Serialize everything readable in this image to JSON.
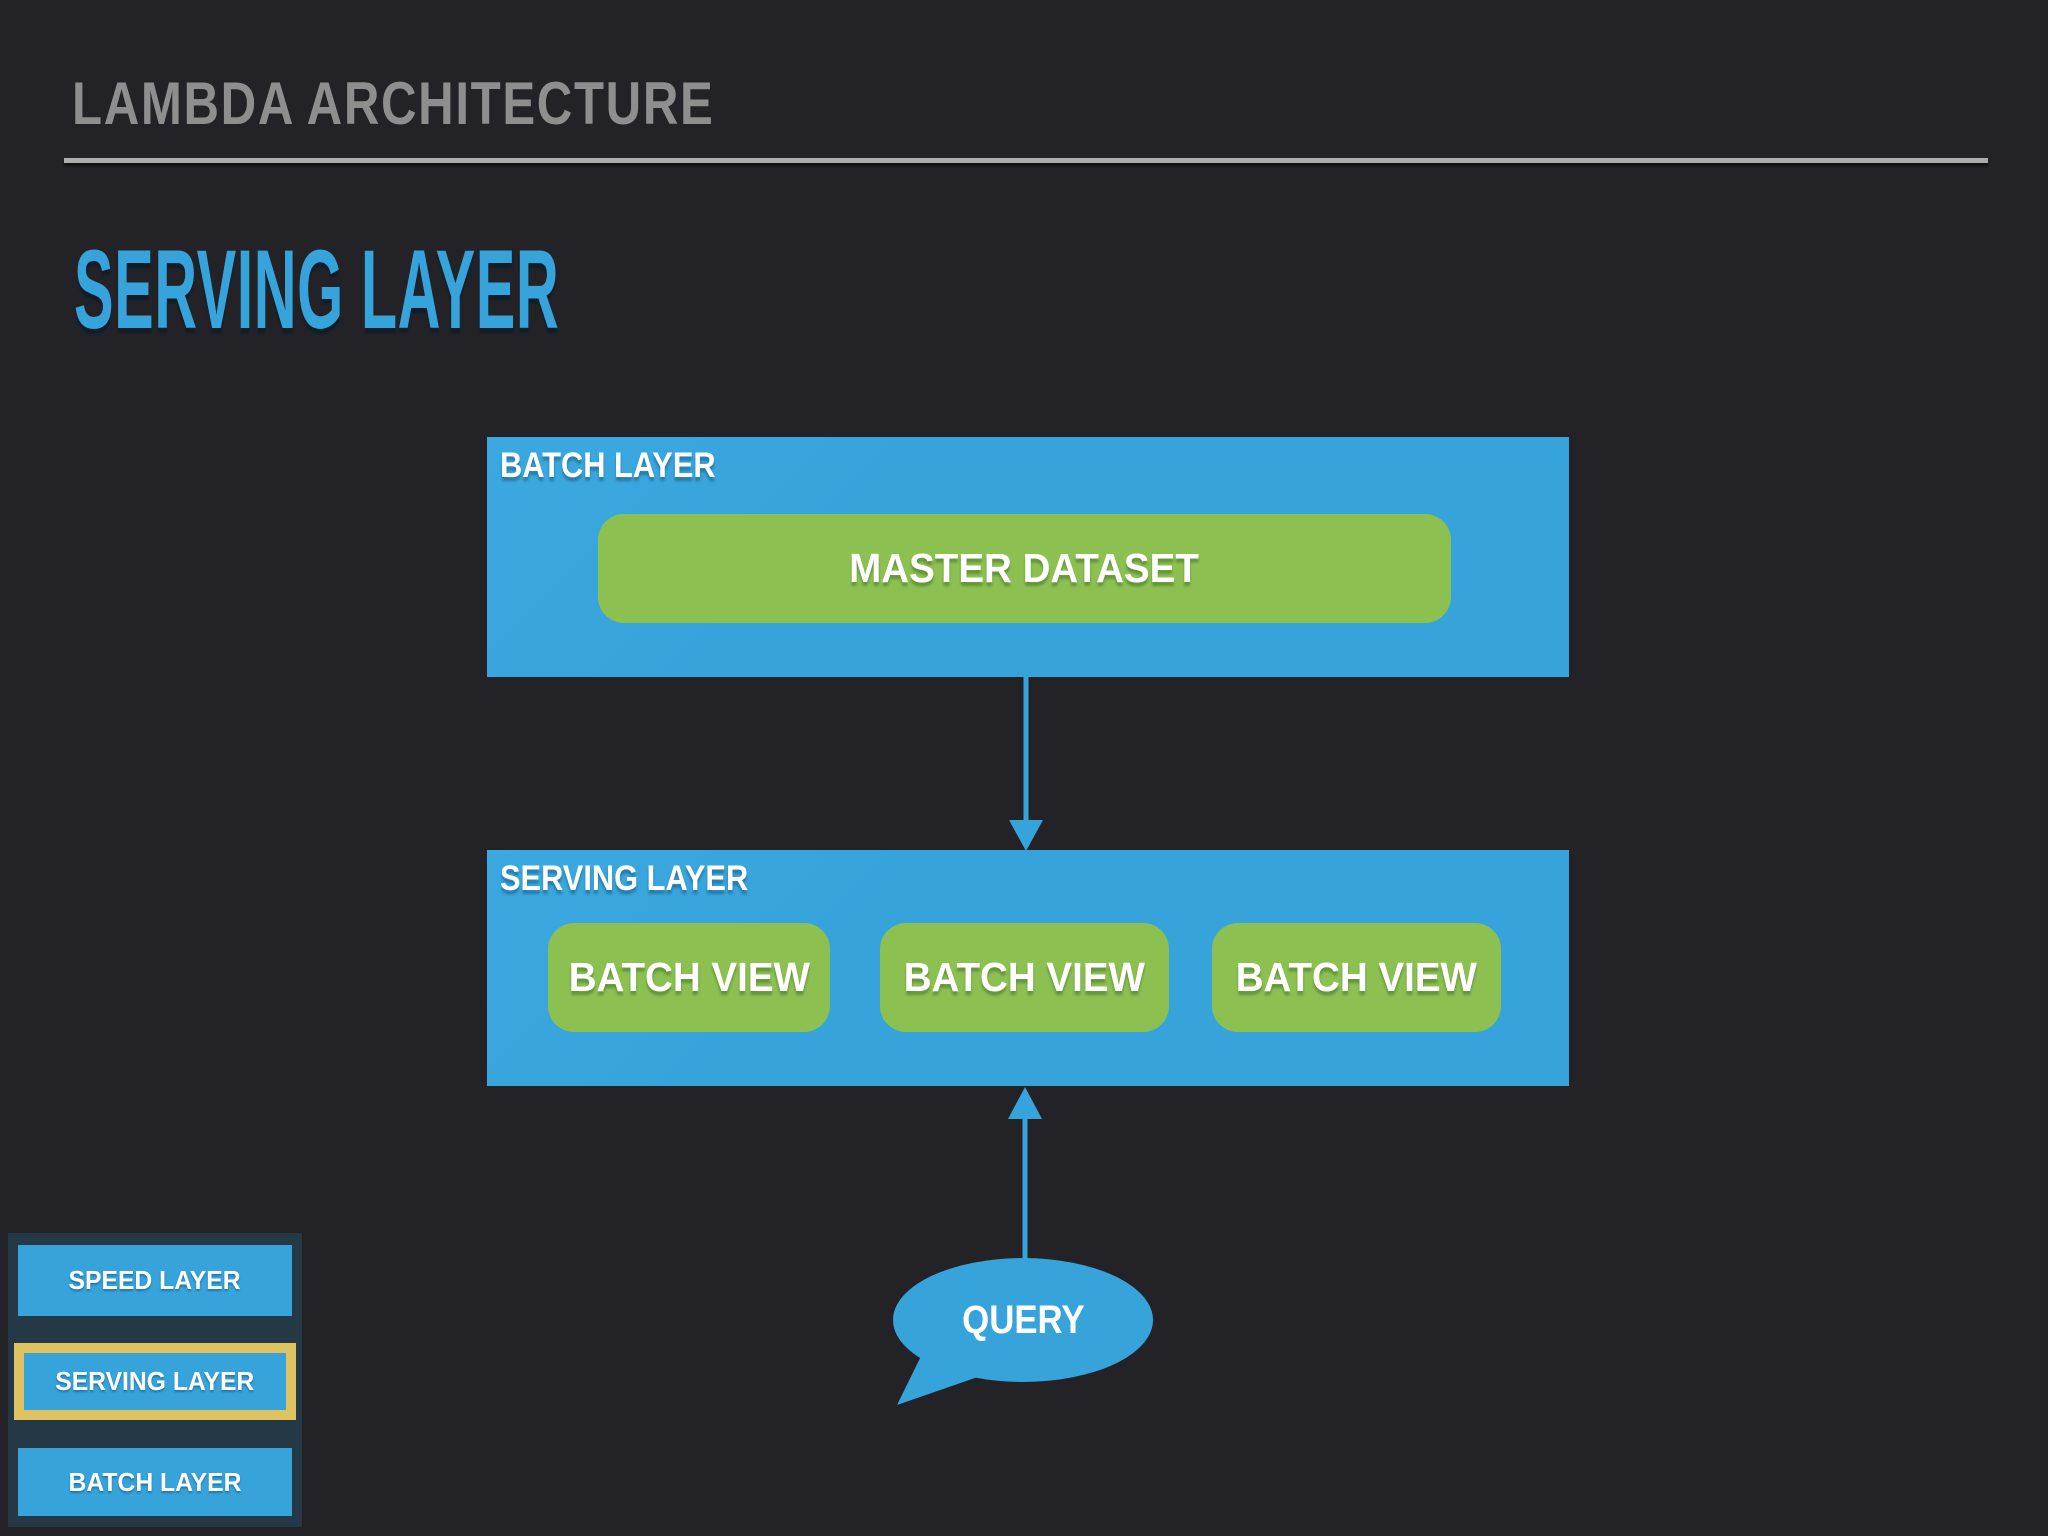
{
  "slide": {
    "kicker": "LAMBDA ARCHITECTURE",
    "title": "SERVING LAYER"
  },
  "diagram": {
    "batch_layer": {
      "label": "BATCH LAYER",
      "master_dataset": "MASTER DATASET"
    },
    "serving_layer": {
      "label": "SERVING LAYER",
      "batch_views": [
        "BATCH VIEW",
        "BATCH VIEW",
        "BATCH VIEW"
      ]
    },
    "query_label": "QUERY"
  },
  "legend": {
    "items": [
      {
        "label": "SPEED LAYER",
        "active": false
      },
      {
        "label": "SERVING LAYER",
        "active": true
      },
      {
        "label": "BATCH LAYER",
        "active": false
      }
    ]
  },
  "colors": {
    "blue": "#36A3DB",
    "green": "#8CC152",
    "gold": "#E0C361",
    "background": "#232327",
    "legend_panel": "#253846",
    "kicker_text": "#8E8E8E",
    "divider": "#ACACAC"
  }
}
